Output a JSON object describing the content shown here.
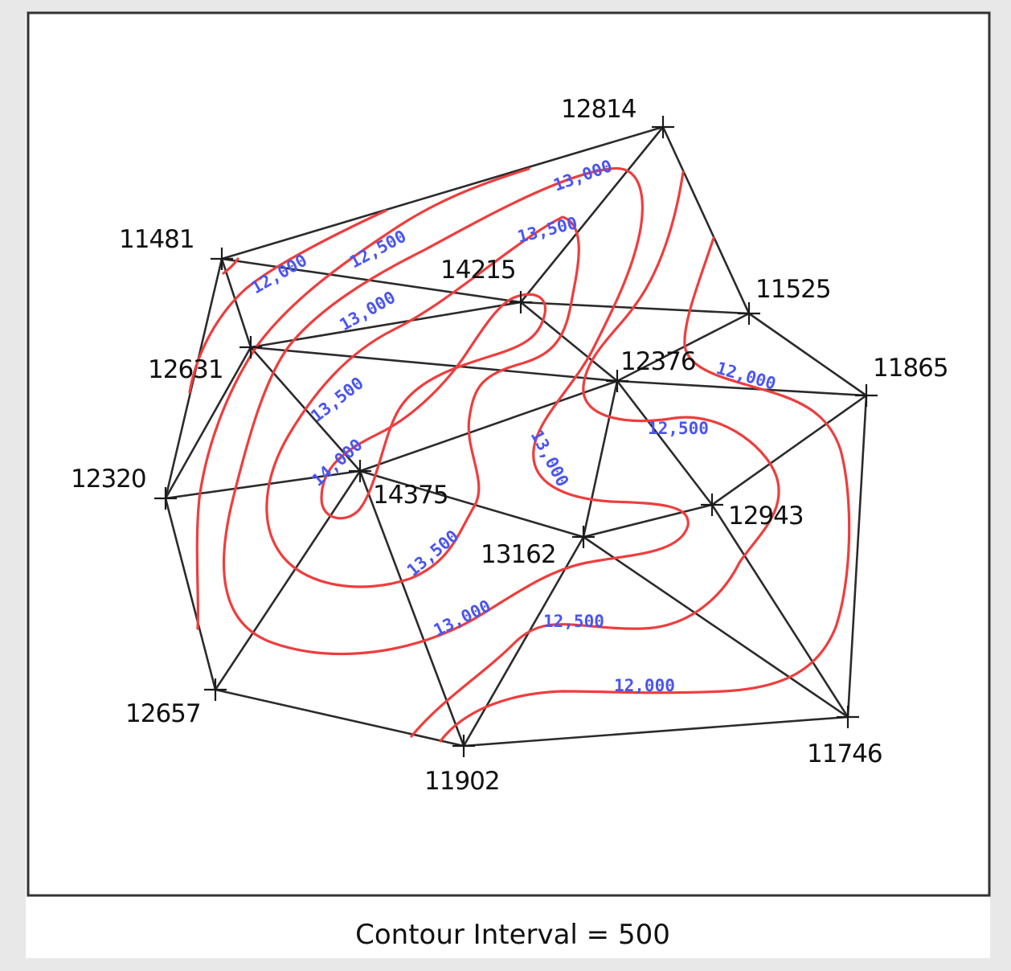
{
  "caption": "Contour Interval = 500",
  "colors": {
    "contour": "#ef3d3d",
    "contour_label": "#4a55f2",
    "network": "#2b2b2b"
  },
  "points": [
    {
      "id": "p12814",
      "label": "12814"
    },
    {
      "id": "p11481",
      "label": "11481"
    },
    {
      "id": "p14215",
      "label": "14215"
    },
    {
      "id": "p11525",
      "label": "11525"
    },
    {
      "id": "p12631",
      "label": "12631"
    },
    {
      "id": "p12376",
      "label": "12376"
    },
    {
      "id": "p11865",
      "label": "11865"
    },
    {
      "id": "p12320",
      "label": "12320"
    },
    {
      "id": "p14375",
      "label": "14375"
    },
    {
      "id": "p12943",
      "label": "12943"
    },
    {
      "id": "p13162",
      "label": "13162"
    },
    {
      "id": "p12657",
      "label": "12657"
    },
    {
      "id": "p11902",
      "label": "11902"
    },
    {
      "id": "p11746",
      "label": "11746"
    }
  ],
  "contour_labels": [
    "12,000",
    "12,500",
    "13,000",
    "13,500",
    "13,000",
    "13,500",
    "14,000",
    "12,000",
    "12,500",
    "13,000",
    "13,500",
    "13,000",
    "12,500",
    "12,000"
  ]
}
